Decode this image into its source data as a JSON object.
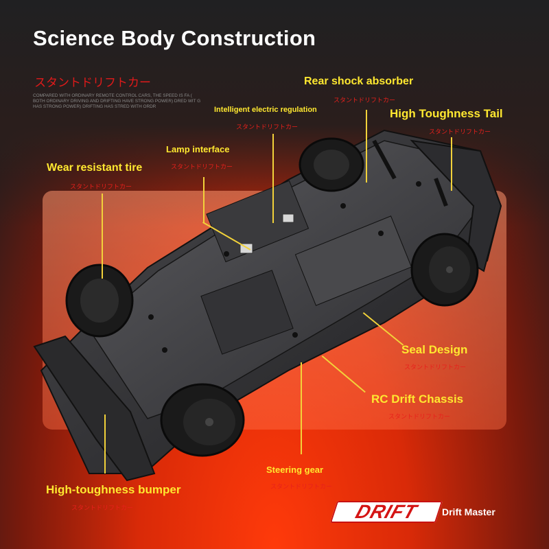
{
  "title": "Science Body Construction",
  "jp_heading": "スタントドリフトカー",
  "blurb": "COMPARED WITH ORDINARY REMOTE CONTROL CARS, THE SPEED IS FA ( BOTH ORDINARY DRIVING AND DRIFTING HAVE STRONG POWER) DRED WIT G HAS STRONG POWER) DRIFTING HAS STRED WITH ORDR",
  "callouts": {
    "rear_shock": {
      "label": "Rear shock absorber",
      "sub": "スタントドリフトカー"
    },
    "intelligent": {
      "label": "Intelligent electric regulation",
      "sub": "スタントドリフトカー"
    },
    "tail": {
      "label": "High Toughness Tail",
      "sub": "スタントドリフトカー"
    },
    "lamp": {
      "label": "Lamp interface",
      "sub": "スタントドリフトカー"
    },
    "tire": {
      "label": "Wear resistant tire",
      "sub": "スタントドリフトカー"
    },
    "seal": {
      "label": "Seal Design",
      "sub": "スタントドリフトカー"
    },
    "chassis": {
      "label": "RC Drift Chassis",
      "sub": "スタントドリフトカー"
    },
    "steering": {
      "label": "Steering gear",
      "sub": "スタントドリフトカー"
    },
    "bumper": {
      "label": "High-toughness bumper",
      "sub": "スタントドリフトカー"
    }
  },
  "brand": {
    "logo_text": "DRIFT",
    "tagline": "Drift Master"
  },
  "colors": {
    "label": "#ffe830",
    "accent_red": "#e8201c",
    "line": "#f2d23a"
  }
}
